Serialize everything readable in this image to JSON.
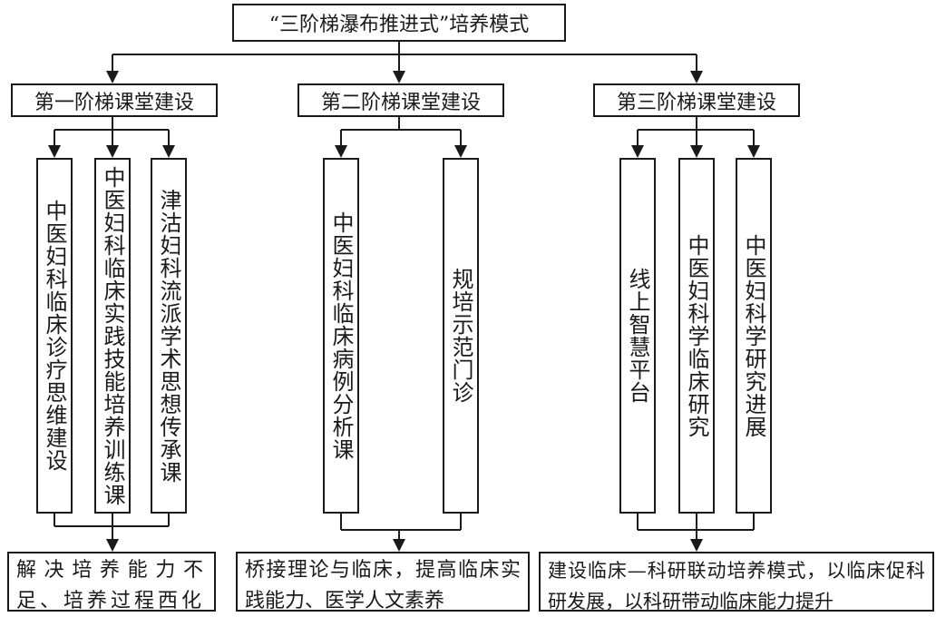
{
  "title": "“三阶梯瀑布推进式”培养模式",
  "stages": [
    {
      "label": "第一阶梯课堂建设",
      "courses": [
        "中医妇科临床诊疗思维建设",
        "中医妇科临床实践技能培养训练课",
        "津沽妇科流派学术思想传承课"
      ],
      "outcome": "解决培养能力不足、培养过程西化"
    },
    {
      "label": "第二阶梯课堂建设",
      "courses": [
        "中医妇科临床病例分析课",
        "规培示范门诊"
      ],
      "outcome": "桥接理论与临床，提高临床实践能力、医学人文素养"
    },
    {
      "label": "第三阶梯课堂建设",
      "courses": [
        "线上智慧平台",
        "中医妇科学临床研究",
        "中医妇科学研究进展"
      ],
      "outcome": "建设临床—科研联动培养模式，以临床促科研发展，以科研带动临床能力提升"
    }
  ]
}
